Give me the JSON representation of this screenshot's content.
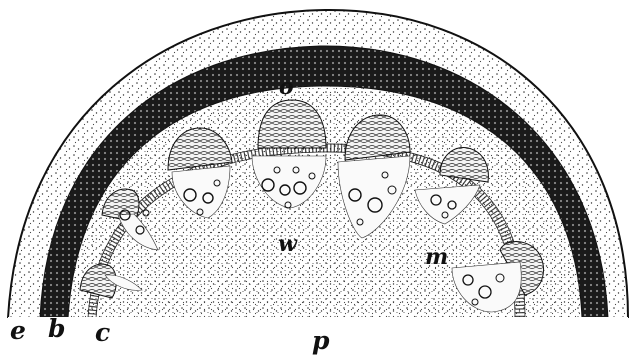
{
  "labels": {
    "e": "e",
    "b": "b",
    "c": "c",
    "p": "p",
    "o": "o",
    "w": "w",
    "m": "m"
  },
  "colors": {
    "ink": "#111111",
    "paper": "#ffffff",
    "sclerenchyma_band": "#1a1a1a"
  }
}
